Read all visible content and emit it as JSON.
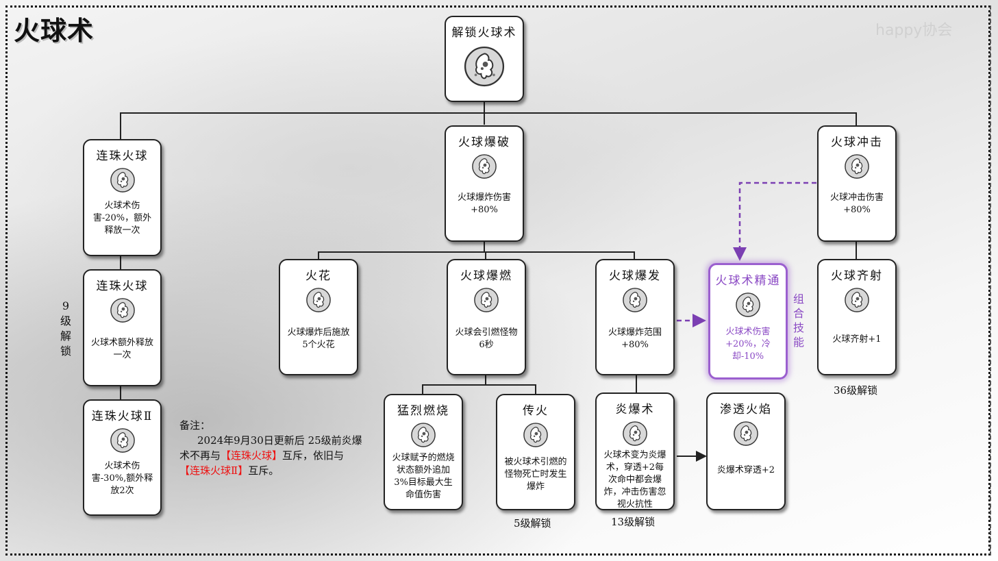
{
  "title": "火球术",
  "watermark": "happy协会",
  "nodes": {
    "root": {
      "name": "解锁火球术"
    },
    "chain1": {
      "name": "连珠火球",
      "desc": "火球术伤害-20%，额外释放一次"
    },
    "chain2": {
      "name": "连珠火球",
      "desc": "火球术额外释放一次"
    },
    "chain3": {
      "name": "连珠火球Ⅱ",
      "desc": "火球术伤害-30%,额外释放2次"
    },
    "blast": {
      "name": "火球爆破",
      "desc": "火球爆炸伤害+80%"
    },
    "spark": {
      "name": "火花",
      "desc": "火球爆炸后施放5个火花"
    },
    "ignite": {
      "name": "火球爆燃",
      "desc": "火球会引燃怪物6秒"
    },
    "burst": {
      "name": "火球爆发",
      "desc": "火球爆炸范围+80%"
    },
    "fierce": {
      "name": "猛烈燃烧",
      "desc": "火球赋予的燃烧状态额外追加3%目标最大生命值伤害"
    },
    "spread": {
      "name": "传火",
      "desc": "被火球术引燃的怪物死亡时发生爆炸"
    },
    "flame": {
      "name": "炎爆术",
      "desc": "火球术变为炎爆术，穿透+2每次命中都会爆炸，冲击伤害忽视火抗性"
    },
    "pierce": {
      "name": "渗透火焰",
      "desc": "炎爆术穿透+2"
    },
    "mastery": {
      "name": "火球术精通",
      "desc": "火球术伤害+20%，冷却-10%"
    },
    "impact": {
      "name": "火球冲击",
      "desc": "火球冲击伤害+80%"
    },
    "volley": {
      "name": "火球齐射",
      "desc": "火球齐射+1"
    }
  },
  "labels": {
    "unlock9": "9级解锁",
    "unlock5": "5级解锁",
    "unlock13": "13级解锁",
    "unlock36": "36级解锁",
    "combo": "组合技能"
  },
  "note": {
    "heading": "备注：",
    "line_a": "2024年9月30日更新后 25级前炎爆术不再与",
    "link1": "【连珠火球】",
    "line_b": "互斥，依旧与",
    "link2": "【连珠火球Ⅱ】",
    "line_c": "互斥。"
  },
  "colors": {
    "accent": "#9b5fcf",
    "note_red": "#e11111"
  },
  "icon": "fireball-icon"
}
